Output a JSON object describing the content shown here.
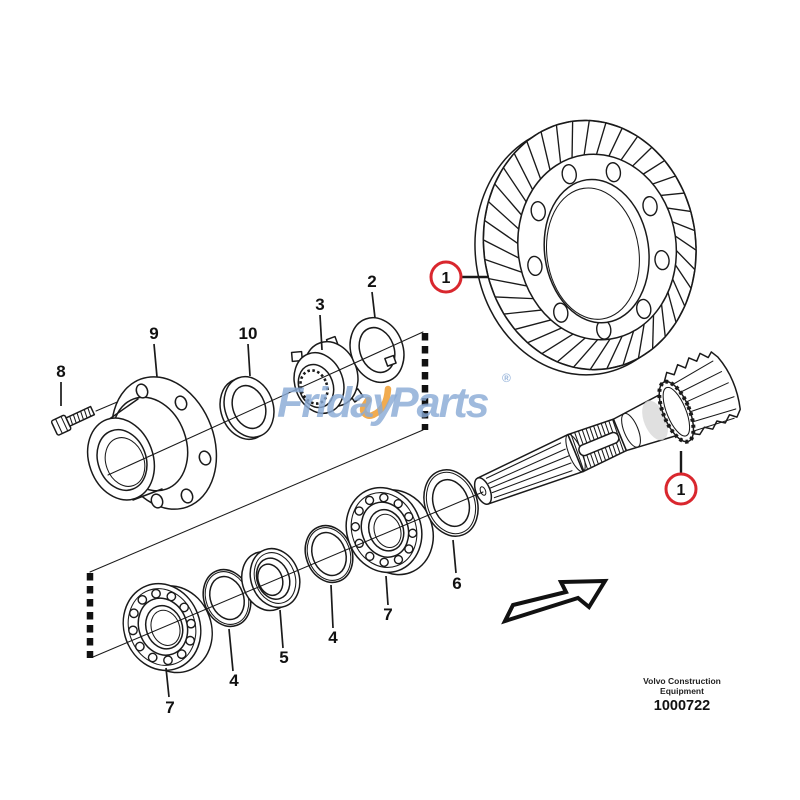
{
  "watermark": {
    "brand_first": "Friday",
    "brand_second": "Parts",
    "registered_mark": "®",
    "blue": "#8aabd6",
    "orange": "#f0a23c"
  },
  "footer": {
    "brand_line1": "Volvo Construction",
    "brand_line2": "Equipment",
    "part_number": "1000722"
  },
  "colors": {
    "callout_highlight_red": "#d9272e",
    "line_art": "#1a1a1a",
    "background": "#ffffff"
  },
  "icons": {
    "direction_arrow": "hollow-up-right-arrow"
  },
  "callouts": {
    "crown_wheel": "1",
    "pinion_shaft": "1",
    "lock_washer": "2",
    "lock_nut": "3",
    "washer_a": "4",
    "washer_b": "4",
    "spacer_sleeve": "5",
    "shim_ring": "6",
    "bearing_a": "7",
    "bearing_b": "7",
    "hex_bolt": "8",
    "drive_flange": "9",
    "thrust_washer": "10"
  }
}
